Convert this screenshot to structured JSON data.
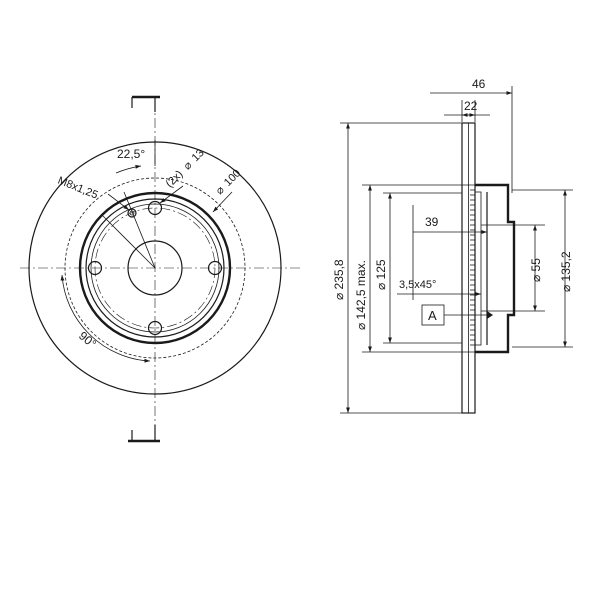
{
  "front_view": {
    "angle_bolt": "22,5°",
    "thread": "M8x1,25",
    "holes_spec": "(2x)",
    "holes_dia_symbol": "⌀",
    "holes_dia": "13",
    "pcd_symbol": "⌀",
    "pcd": "100",
    "angle_quadrant": "90°"
  },
  "section_view": {
    "width_total": "46",
    "width_inner": "22",
    "depth_hub": "39",
    "chamfer": "3,5x45°",
    "datum": "A",
    "dia_outer": "⌀ 235,8",
    "dia_max": "⌀ 142,5 max.",
    "dia_bolt": "⌀ 125",
    "dia_bore": "⌀ 55",
    "dia_hub": "⌀ 135,2"
  }
}
